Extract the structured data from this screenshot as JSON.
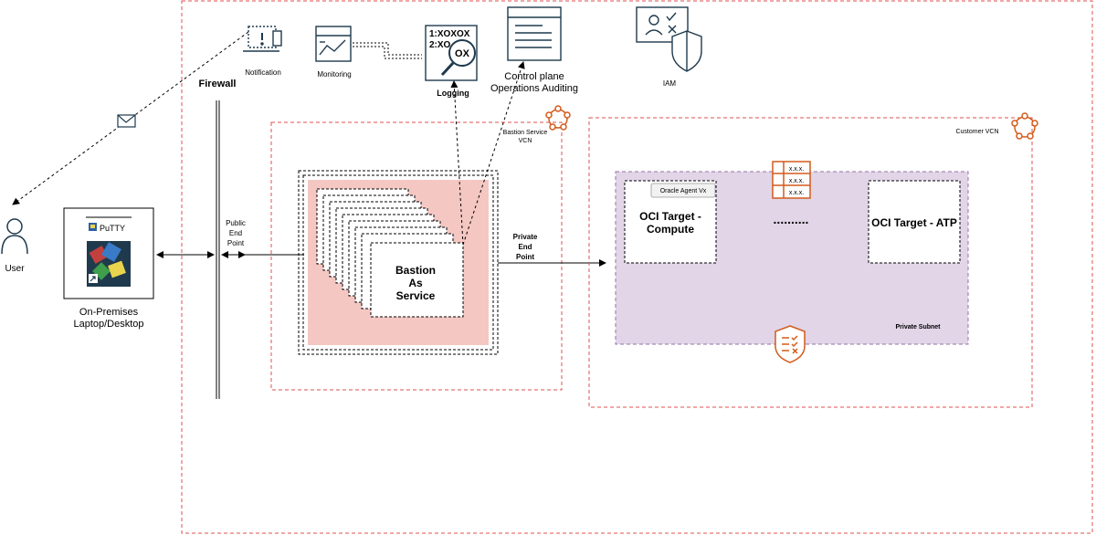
{
  "labels": {
    "notification": "Notification",
    "monitoring": "Monitoring",
    "logging": "Logging",
    "control_plane_line1": "Control plane",
    "control_plane_line2": "Operations Auditing",
    "iam": "IAM",
    "firewall": "Firewall",
    "user": "User",
    "putty": "PuTTY",
    "on_prem_line1": "On-Premises",
    "on_prem_line2": "Laptop/Desktop",
    "public_endpoint_line1": "Public",
    "public_endpoint_line2": "End",
    "public_endpoint_line3": "Point",
    "bastion_vcn_line1": "Bastion Service",
    "bastion_vcn_line2": "VCN",
    "bastion_line1": "Bastion",
    "bastion_line2": "As",
    "bastion_line3": "Service",
    "private_endpoint_line1": "Private",
    "private_endpoint_line2": "End",
    "private_endpoint_line3": "Point",
    "customer_vcn": "Customer VCN",
    "oracle_agent": "Oracle Agent Vx",
    "target_compute_line1": "OCI Target -",
    "target_compute_line2": "Compute",
    "ellipsis": "..........",
    "target_atp": "OCI Target - ATP",
    "private_subnet": "Private Subnet",
    "log_line1": "1:XOXOX",
    "log_line2": "2:XO",
    "log_ox": "OX",
    "table_cell": "x.x.x."
  },
  "colors": {
    "boundary_red": "#e05050",
    "bastion_fill": "#f4c7c3",
    "subnet_fill": "#e1d5e7",
    "subnet_border": "#9673a6",
    "icon_dark": "#1f3a4d",
    "oracle_orange": "#d35a1a"
  },
  "icons": [
    "notification-icon",
    "monitoring-icon",
    "logging-icon",
    "audit-log-icon",
    "iam-icon",
    "user-icon",
    "putty-icon",
    "mail-icon",
    "vcn-icon",
    "table-icon",
    "security-list-icon"
  ]
}
